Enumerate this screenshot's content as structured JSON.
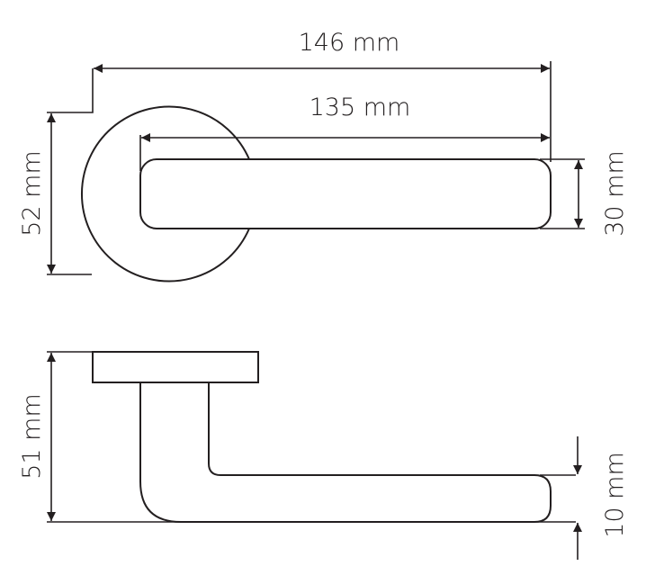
{
  "dimensions": {
    "overall_length": "146 mm",
    "lever_length": "135 mm",
    "rose_diameter": "52 mm",
    "lever_width": "30 mm",
    "projection": "51 mm",
    "lever_thickness": "10 mm"
  },
  "colors": {
    "line": "#231f20",
    "background": "#ffffff"
  }
}
